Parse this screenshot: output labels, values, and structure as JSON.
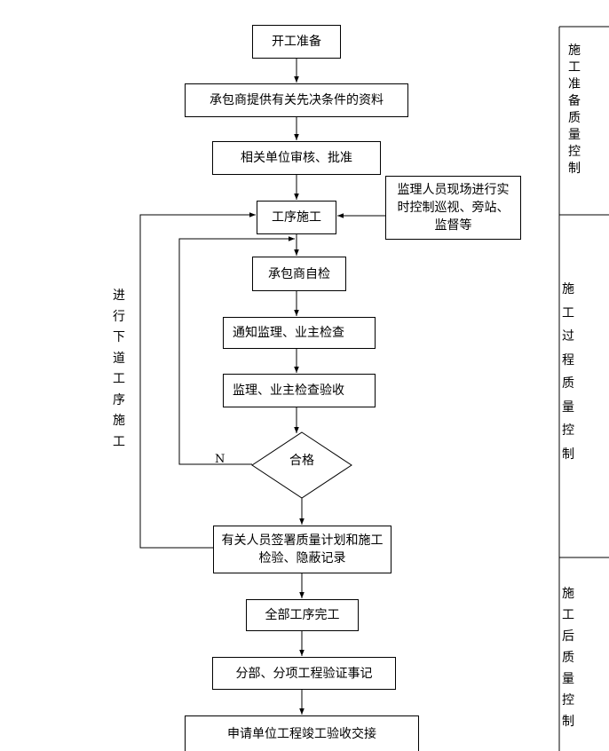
{
  "steps": {
    "start": "开工准备",
    "provide_docs": "承包商提供有关先决条件的资料",
    "approve": "相关单位审核、批准",
    "construct": "工序施工",
    "self_check": "承包商自检",
    "notify": "通知监理、业主检查",
    "inspect": "监理、业主检查验收",
    "decision": "合格",
    "sign": "有关人员签署质量计划和施工检验、隐蔽记录",
    "all_done": "全部工序完工",
    "record": "分部、分项工程验证事记",
    "apply": "申请单位工程竣工验收交接"
  },
  "supervision_note": "监理人员现场进行实时控制巡视、旁站、监督等",
  "no_label": "N",
  "loop_label": "进行下道工序施工",
  "phases": [
    "施工准备质量控制",
    "施工过程质量控制",
    "施工后质量控制"
  ]
}
